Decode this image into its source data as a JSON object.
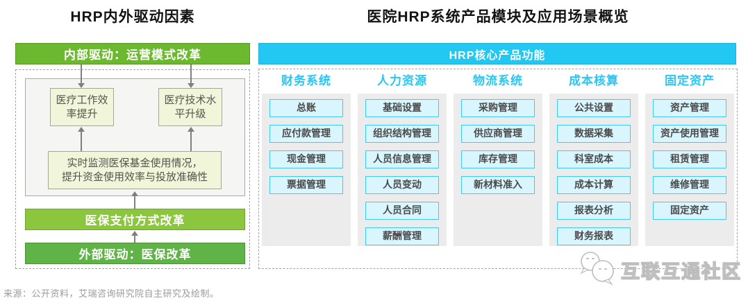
{
  "left_panel": {
    "title": "HRP内外驱动因素",
    "internal_bar": "内部驱动：运营模式改革",
    "box_work_efficiency": "医疗工作效\n率提升",
    "box_tech_upgrade": "医疗技术水\n平升级",
    "box_fund_monitor": "实时监测医保基金使用情况，\n提升资金使用效率与投放准确性",
    "payment_bar": "医保支付方式改革",
    "external_bar": "外部驱动：医保改革"
  },
  "right_panel": {
    "title": "医院HRP系统产品模块及应用场景概览",
    "core_bar": "HRP核心产品功能",
    "columns": [
      {
        "header": "财务系统",
        "items": [
          "总账",
          "应付款管理",
          "现金管理",
          "票据管理"
        ]
      },
      {
        "header": "人力资源",
        "items": [
          "基础设置",
          "组织结构管理",
          "人员信息管理",
          "人员变动",
          "人员合同",
          "薪酬管理"
        ]
      },
      {
        "header": "物流系统",
        "items": [
          "采购管理",
          "供应商管理",
          "库存管理",
          "新材料准入"
        ]
      },
      {
        "header": "成本核算",
        "items": [
          "公共设置",
          "数据采集",
          "科室成本",
          "成本计算",
          "报表分析",
          "财务报表"
        ]
      },
      {
        "header": "固定资产",
        "items": [
          "资产管理",
          "资产使用管理",
          "租赁管理",
          "维修管理",
          "固定资产"
        ]
      }
    ]
  },
  "footer": {
    "source": "来源：公开资料，艾瑞咨询研究院自主研究及绘制。"
  },
  "watermark": {
    "text": "互联互通社区"
  },
  "colors": {
    "green_internal": "#6CB92F",
    "green_payment": "#8CC63F",
    "green_external": "#5FB347",
    "cyan_bar": "#22C7F2",
    "cyan_header": "#29C5F3",
    "item_border": "#3ECBF6",
    "item_fill": "#D9F5FE",
    "column_bg": "#ECECEC",
    "note_box_fill": "#F1F5DA"
  }
}
